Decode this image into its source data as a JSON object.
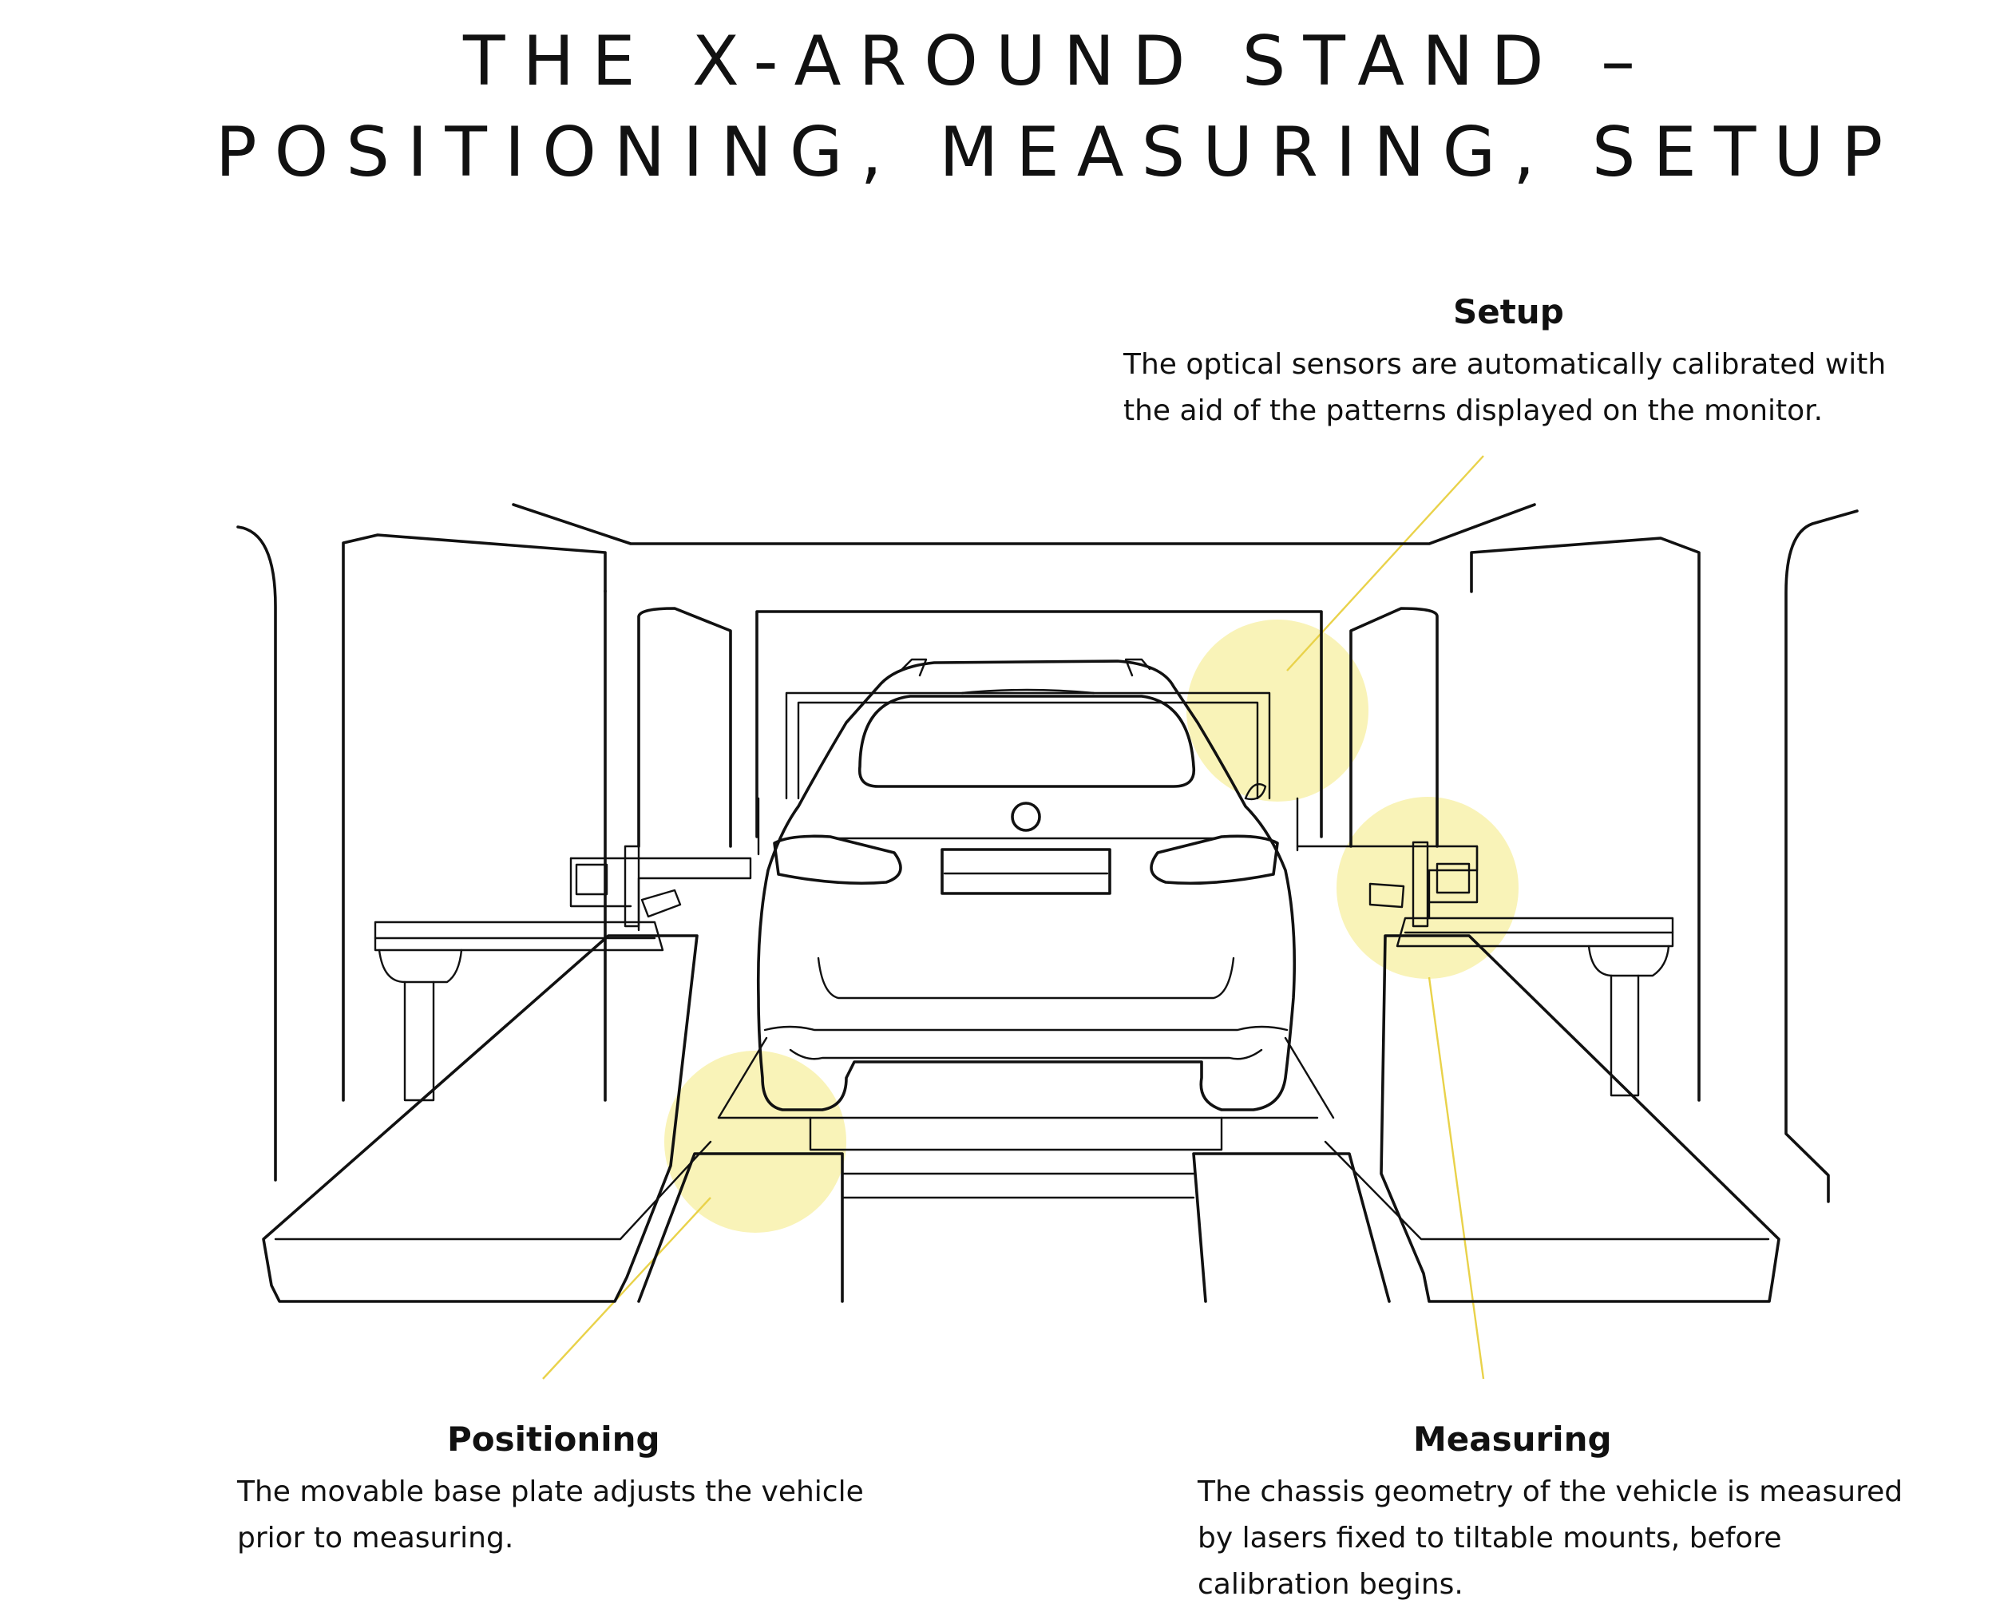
{
  "title": {
    "line1": "THE X-AROUND STAND –",
    "line2": "POSITIONING, MEASURING, SETUP"
  },
  "annotations": {
    "setup": {
      "heading": "Setup",
      "body": "The optical sensors are automatically calibrated with the aid of the patterns displayed on the monitor."
    },
    "positioning": {
      "heading": "Positioning",
      "body": "The movable base plate adjusts the vehicle prior to measuring."
    },
    "measuring": {
      "heading": "Measuring",
      "body": "The chassis geometry of the vehicle is measured by lasers fixed to tiltable mounts, before calibration begins."
    }
  },
  "colors": {
    "highlight": "#f4e97e",
    "leader_line": "#e9d24a",
    "line_art": "#111111",
    "background": "#ffffff"
  }
}
